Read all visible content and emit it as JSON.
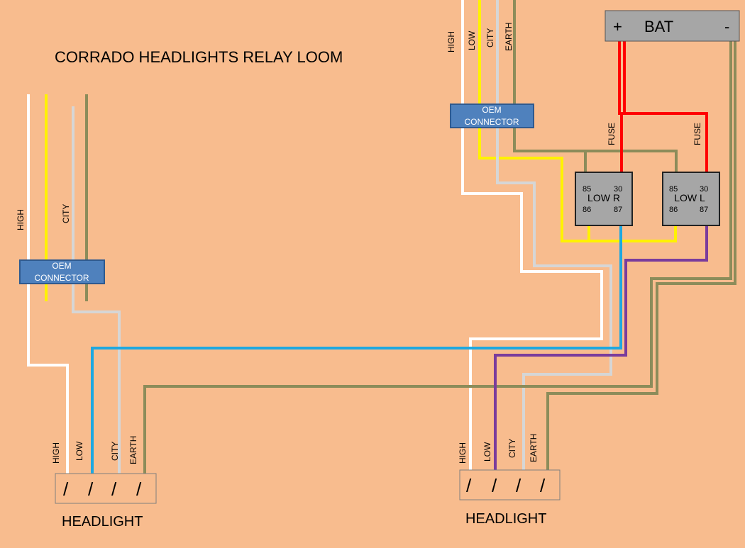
{
  "title": "CORRADO HEADLIGHTS RELAY LOOM",
  "colors": {
    "background": "#F8BC8E",
    "high_wire": "#FFFFFF",
    "low_wire": "#FFF200",
    "city_wire": "#D6D6D6",
    "earth_wire": "#8C8C5A",
    "relay_low_wire": "#1EA8E0",
    "relay_left_wire": "#7A3C9C",
    "battery_positive_wire": "#FF0000",
    "connector_fill": "#4F81BD",
    "relay_fill": "#A6A6A6",
    "battery_fill": "#A6A6A6"
  },
  "battery": {
    "plus": "+",
    "label": "BAT",
    "minus": "-"
  },
  "fuse_label": "FUSE",
  "relays": [
    {
      "label": "LOW R",
      "pins": [
        "85",
        "30",
        "86",
        "87"
      ]
    },
    {
      "label": "LOW L",
      "pins": [
        "85",
        "30",
        "86",
        "87"
      ]
    }
  ],
  "oem_connector": {
    "line1": "OEM",
    "line2": "CONNECTOR"
  },
  "wire_labels": {
    "high": "HIGH",
    "low": "LOW",
    "city": "CITY",
    "earth": "EARTH"
  },
  "headlight": {
    "label": "HEADLIGHT",
    "slot_glyph": "/"
  }
}
